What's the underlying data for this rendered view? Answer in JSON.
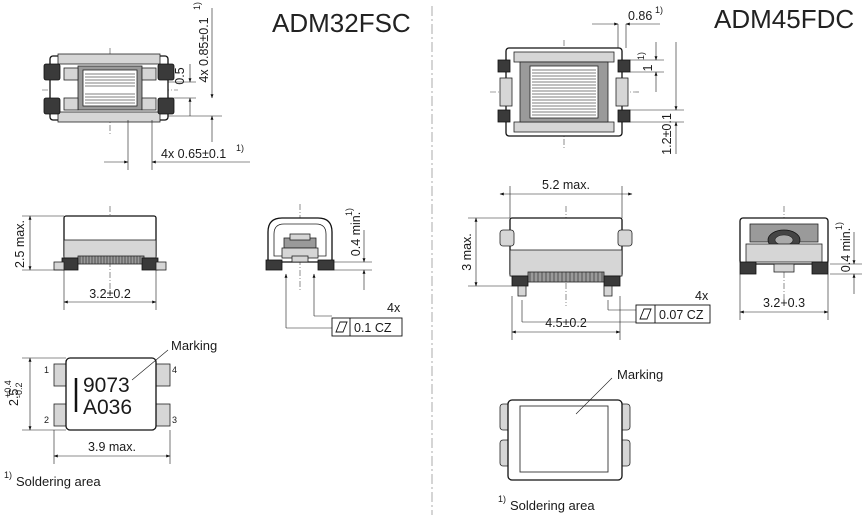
{
  "left": {
    "title": "ADM32FSC",
    "dims": {
      "pitch_05": "0.5",
      "pad_085": "4x 0.85±0.1",
      "pad_085_note": "1)",
      "pad_065": "4x 0.65±0.1",
      "pad_065_note": "1)",
      "height": "2.5 max.",
      "width": "3.2±0.2",
      "min_04": "0.4 min.",
      "min_04_note": "1)",
      "coplanar_count": "4x",
      "coplanar_value": "0.1 CZ",
      "side_width": "2.5",
      "side_tol_plus": "+0.4",
      "side_tol_minus": "-0.2",
      "length": "3.9 max."
    },
    "marking_label": "Marking",
    "marking_line1": "9073",
    "marking_line2": "A036",
    "pins": [
      "1",
      "2",
      "3",
      "4"
    ],
    "footnote_sup": "1)",
    "footnote_text": "Soldering area"
  },
  "right": {
    "title": "ADM45FDC",
    "dims": {
      "top_086": "0.86",
      "top_086_note": "1)",
      "side_1": "1",
      "side_1_note": "1)",
      "side_12": "1.2±0.1",
      "width": "5.2 max.",
      "height": "3 max.",
      "min_04": "0.4 min.",
      "min_04_note": "1)",
      "coplanar_count": "4x",
      "coplanar_value": "0.07 CZ",
      "length": "4.5±0.2",
      "side_width": "3.2+0.3"
    },
    "marking_label": "Marking",
    "footnote_sup": "1)",
    "footnote_text": "Soldering area"
  }
}
